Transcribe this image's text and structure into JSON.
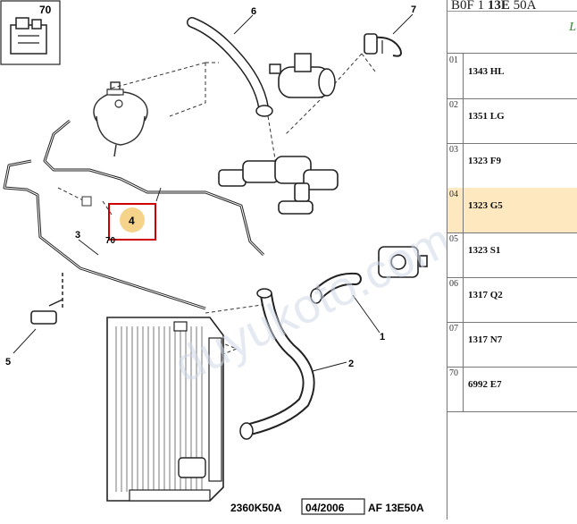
{
  "diagram": {
    "callouts": {
      "c1": "1",
      "c2": "2",
      "c3": "3",
      "c4": "4",
      "c5": "5",
      "c6": "6",
      "c7": "7",
      "c70a": "70",
      "c70b": "70"
    },
    "footer": {
      "ref": "2360K50A",
      "date": "04/2006",
      "code": "AF 13E50A"
    },
    "watermark": "duyukoto.com",
    "colors": {
      "highlight": "#cc0000",
      "marker": "#f5d38a"
    }
  },
  "parts_panel": {
    "header_prefix": "B0F 1",
    "header_bold": "13E",
    "header_suffix": "50A",
    "subheader_letter": "L",
    "rows": [
      {
        "num": "01",
        "code": "1343 HL"
      },
      {
        "num": "02",
        "code": "1351 LG"
      },
      {
        "num": "03",
        "code": "1323 F9"
      },
      {
        "num": "04",
        "code": "1323 G5"
      },
      {
        "num": "05",
        "code": "1323 S1"
      },
      {
        "num": "06",
        "code": "1317 Q2"
      },
      {
        "num": "07",
        "code": "1317 N7"
      },
      {
        "num": "70",
        "code": "6992 E7"
      }
    ]
  }
}
